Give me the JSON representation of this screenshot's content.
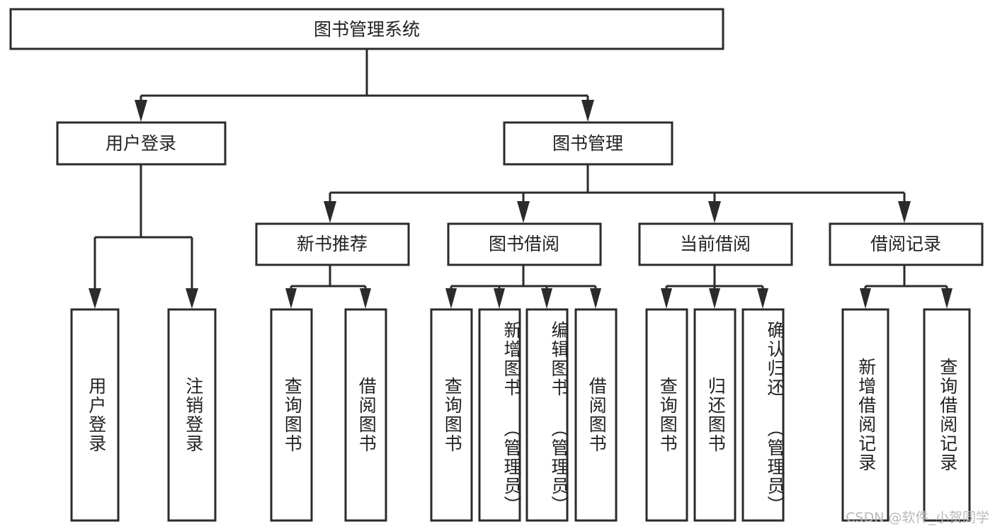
{
  "diagram": {
    "type": "tree-hierarchy",
    "title": "图书管理系统",
    "root": {
      "id": "root",
      "label": "图书管理系统"
    },
    "level2": [
      {
        "id": "user-login",
        "label": "用户登录"
      },
      {
        "id": "book-manage",
        "label": "图书管理"
      }
    ],
    "level3": [
      {
        "id": "new-book-rec",
        "label": "新书推荐",
        "parent": "book-manage"
      },
      {
        "id": "book-borrow",
        "label": "图书借阅",
        "parent": "book-manage"
      },
      {
        "id": "current-borrow",
        "label": "当前借阅",
        "parent": "book-manage"
      },
      {
        "id": "borrow-record",
        "label": "借阅记录",
        "parent": "book-manage"
      }
    ],
    "leaves": [
      {
        "id": "leaf-user-login",
        "label": "用户登录",
        "parent": "user-login"
      },
      {
        "id": "leaf-logout",
        "label": "注销登录",
        "parent": "user-login"
      },
      {
        "id": "leaf-query-book-1",
        "label": "查询图书",
        "parent": "new-book-rec"
      },
      {
        "id": "leaf-borrow-book-1",
        "label": "借阅图书",
        "parent": "new-book-rec"
      },
      {
        "id": "leaf-query-book-2",
        "label": "查询图书",
        "parent": "book-borrow"
      },
      {
        "id": "leaf-add-book",
        "label": "新增图书 （管理员）",
        "parent": "book-borrow"
      },
      {
        "id": "leaf-edit-book",
        "label": "编辑图书 （管理员）",
        "parent": "book-borrow"
      },
      {
        "id": "leaf-borrow-book-2",
        "label": "借阅图书",
        "parent": "book-borrow"
      },
      {
        "id": "leaf-query-book-3",
        "label": "查询图书",
        "parent": "current-borrow"
      },
      {
        "id": "leaf-return-book",
        "label": "归还图书",
        "parent": "current-borrow"
      },
      {
        "id": "leaf-confirm-return",
        "label": "确认归还 （管理员）",
        "parent": "current-borrow"
      },
      {
        "id": "leaf-add-record",
        "label": "新增借阅记录",
        "parent": "borrow-record"
      },
      {
        "id": "leaf-query-record",
        "label": "查询借阅记录",
        "parent": "borrow-record"
      }
    ],
    "watermark": "CSDN @软件_小贺同学",
    "colors": {
      "stroke": "#2b2b2b",
      "fill": "#ffffff",
      "text": "#222222",
      "watermark": "#b9b9b9"
    }
  }
}
